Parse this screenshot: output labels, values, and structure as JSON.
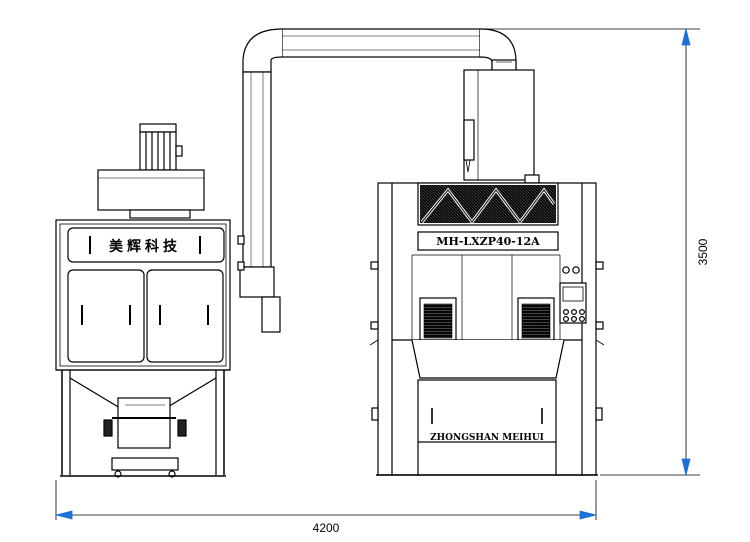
{
  "drawing": {
    "dimension_width": "4200",
    "dimension_height": "3500",
    "left_unit_brand": "美辉科技",
    "right_unit_model": "MH-LXZP40-12A",
    "right_unit_footer": "ZHONGSHAN MEIHUI"
  },
  "colors": {
    "line": "#000000",
    "dimension_arrow": "#1e6fd8",
    "hopper_fill": "#1a1a1a"
  }
}
